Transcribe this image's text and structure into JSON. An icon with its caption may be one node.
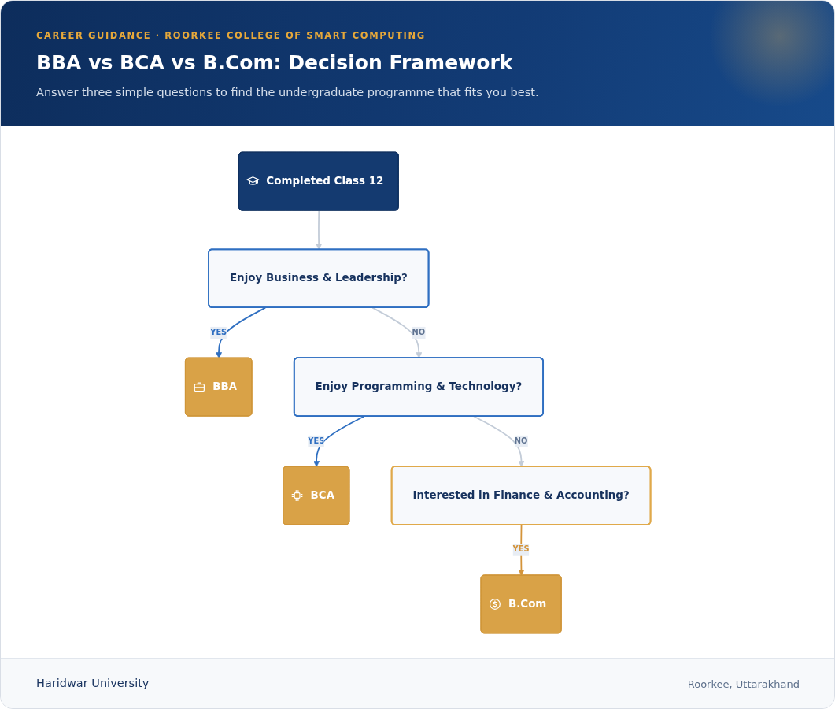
{
  "diagram": {
    "title": "BBA vs BCA vs B.Com: Decision Framework",
    "nodes": [
      {
        "text": [
          "Completed Class 12"
        ]
      },
      {
        "text": [
          "Enjoy Business & Leadership?"
        ]
      },
      {
        "text": [
          "BBA"
        ]
      },
      {
        "text": [
          "Enjoy Programming & Technology?"
        ]
      },
      {
        "text": [
          "BCA"
        ]
      },
      {
        "text": [
          "Interested in Finance & Accounting?"
        ]
      },
      {
        "text": [
          "B.Com"
        ]
      }
    ],
    "edges": [
      {
        "from": 0,
        "to": 1,
        "arrow": "to"
      },
      {
        "from": 1,
        "to": 2,
        "arrow": "to",
        "label": "YES",
        "color": "#2f6fc1"
      },
      {
        "from": 1,
        "to": 3,
        "arrow": "to",
        "label": "NO"
      },
      {
        "from": 3,
        "to": 4,
        "arrow": "to",
        "label": "YES",
        "color": "#2f6fc1"
      },
      {
        "from": 3,
        "to": 5,
        "arrow": "to",
        "label": "NO"
      },
      {
        "from": 5,
        "to": 6,
        "arrow": "to",
        "label": "YES",
        "color": "#d4943a"
      }
    ],
    "labels": [
      "CAREER GUIDANCE · ROORKEE COLLEGE OF SMART COMPUTING",
      "Answer three simple questions to find the undergraduate programme that fits you best.",
      "Haridwar University",
      "Roorkee, Uttarakhand"
    ]
  }
}
